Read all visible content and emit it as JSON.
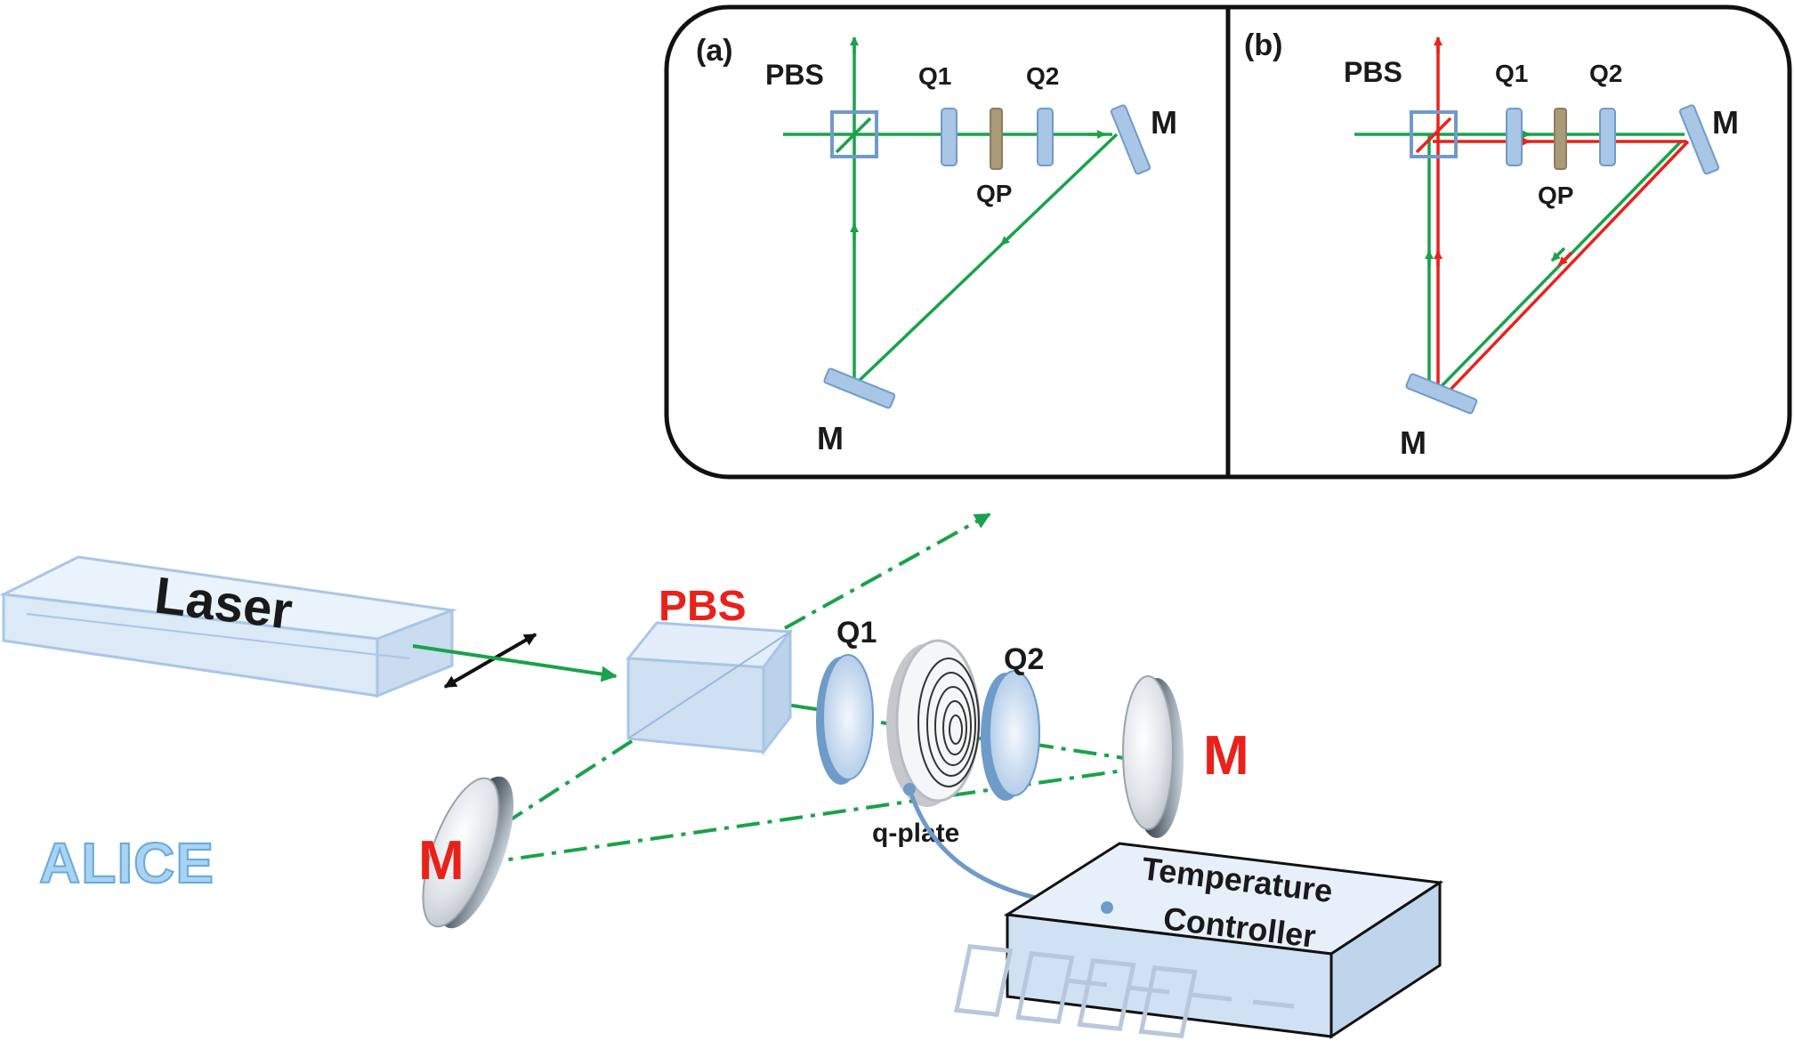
{
  "colors": {
    "green": "#1aa24a",
    "red": "#e8221b",
    "optic_blue": "#a9c6e6",
    "optic_edge": "#6f9bc9",
    "qp_tan": "#a99a78",
    "alice_blue": "#8fc3ea"
  },
  "inset_a": {
    "tag": "(a)",
    "pbs": "PBS",
    "q1": "Q1",
    "q2": "Q2",
    "qp": "QP",
    "mirror_right": "M",
    "mirror_bottom": "M"
  },
  "inset_b": {
    "tag": "(b)",
    "pbs": "PBS",
    "q1": "Q1",
    "q2": "Q2",
    "qp": "QP",
    "mirror_right": "M",
    "mirror_bottom": "M"
  },
  "main": {
    "laser": "Laser",
    "pbs": "PBS",
    "q1": "Q1",
    "q2": "Q2",
    "mirror_right": "M",
    "mirror_left": "M",
    "qplate": "q-plate",
    "controller_line1": "Temperature",
    "controller_line2": "Controller",
    "alice": "ALICE"
  }
}
